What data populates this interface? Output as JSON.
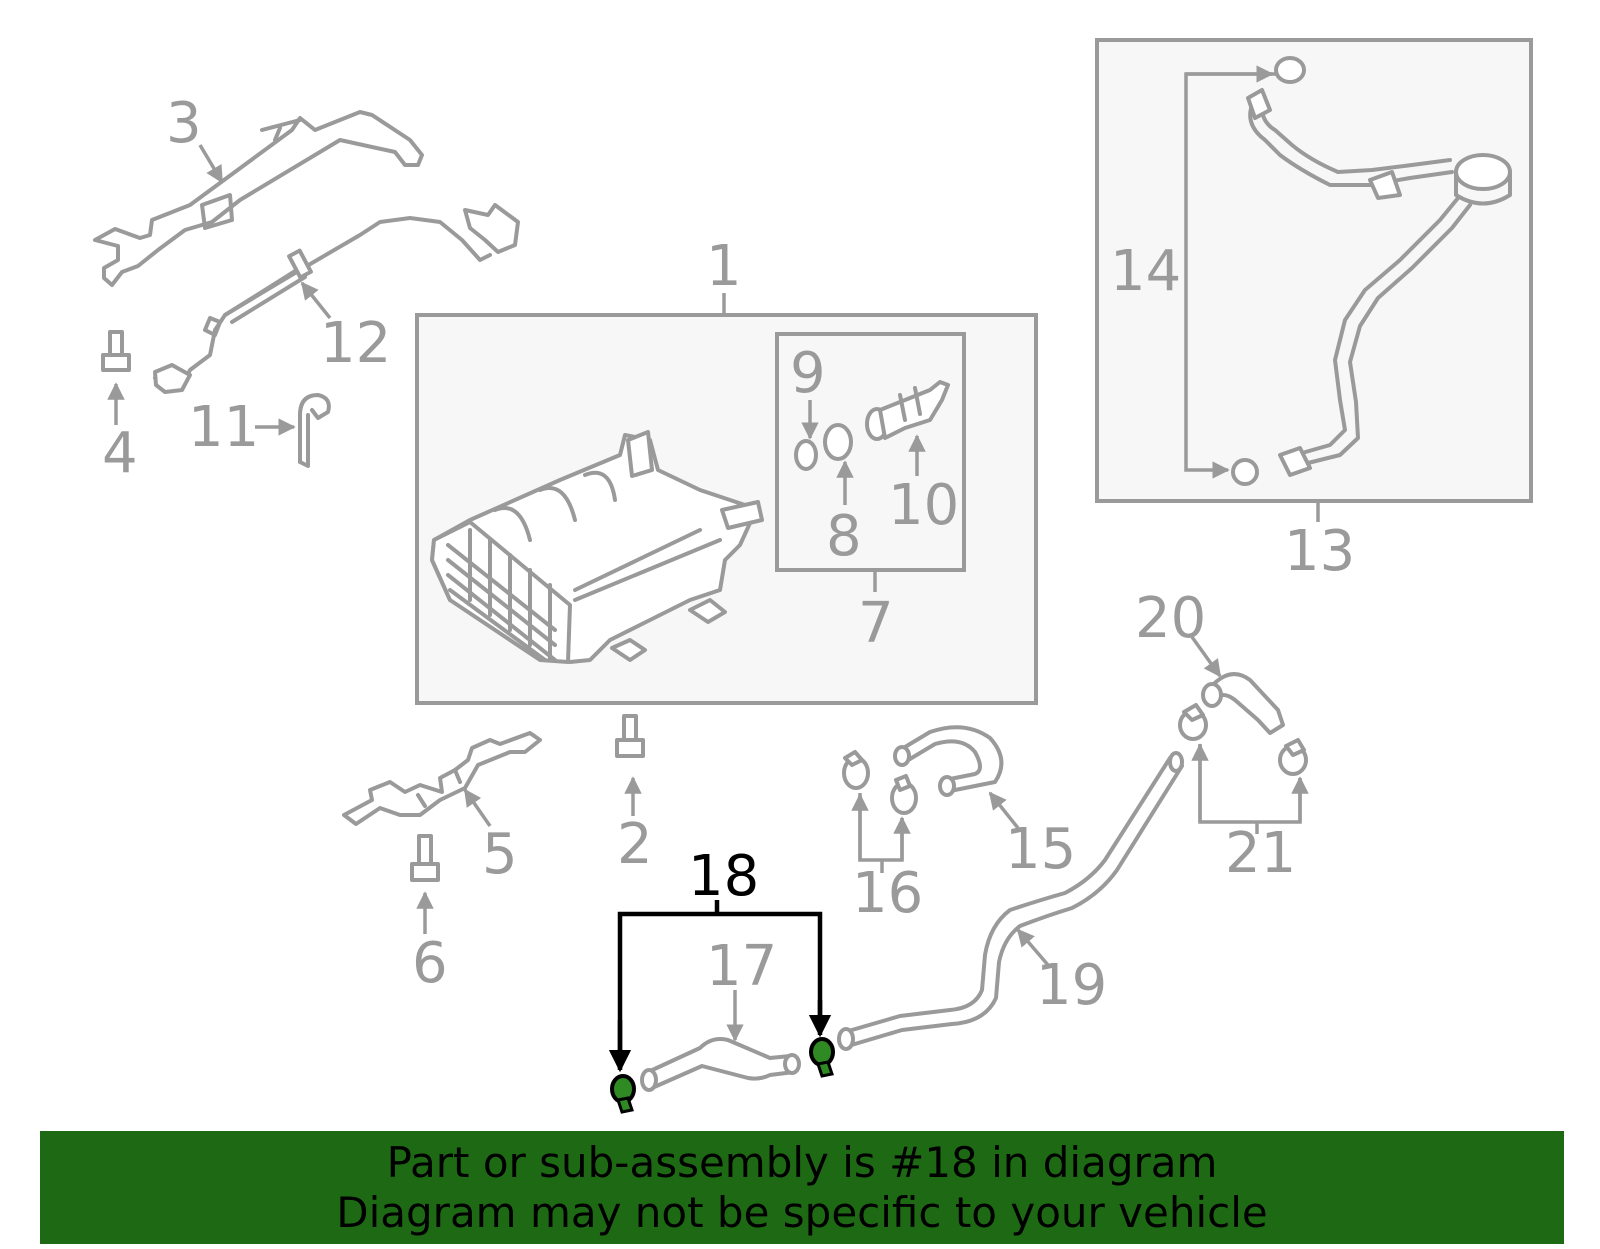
{
  "callouts": {
    "c1": "1",
    "c2": "2",
    "c3": "3",
    "c4": "4",
    "c5": "5",
    "c6": "6",
    "c7": "7",
    "c8": "8",
    "c9": "9",
    "c10": "10",
    "c11": "11",
    "c12": "12",
    "c13": "13",
    "c14": "14",
    "c15": "15",
    "c16": "16",
    "c17": "17",
    "c18": "18",
    "c19": "19",
    "c20": "20",
    "c21": "21"
  },
  "highlighted_part": "18",
  "banner": {
    "line1": "Part or sub-assembly is #18 in diagram",
    "line2": "Diagram may not be specific to your vehicle"
  },
  "colors": {
    "banner_bg": "#1e6a14",
    "highlight": "#2f8a23",
    "part_stroke": "#9a9a9a",
    "box_fill": "#f7f7f7"
  }
}
